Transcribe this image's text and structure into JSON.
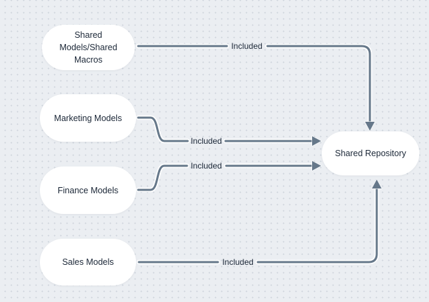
{
  "diagram": {
    "nodes": [
      {
        "id": "shared-models-shared-macros",
        "label": "Shared\nModels/Shared\nMacros"
      },
      {
        "id": "marketing-models",
        "label": "Marketing Models"
      },
      {
        "id": "finance-models",
        "label": "Finance Models"
      },
      {
        "id": "sales-models",
        "label": "Sales Models"
      },
      {
        "id": "shared-repository",
        "label": "Shared Repository"
      }
    ],
    "edges": [
      {
        "from": "shared-models-shared-macros",
        "to": "shared-repository",
        "label": "Included"
      },
      {
        "from": "marketing-models",
        "to": "shared-repository",
        "label": "Included"
      },
      {
        "from": "finance-models",
        "to": "shared-repository",
        "label": "Included"
      },
      {
        "from": "sales-models",
        "to": "shared-repository",
        "label": "Included"
      }
    ],
    "colors": {
      "background": "#ebeef2",
      "dot": "#ccd3db",
      "connector": "#66788a",
      "text": "#1b2737",
      "node_fill": "#ffffff"
    }
  }
}
